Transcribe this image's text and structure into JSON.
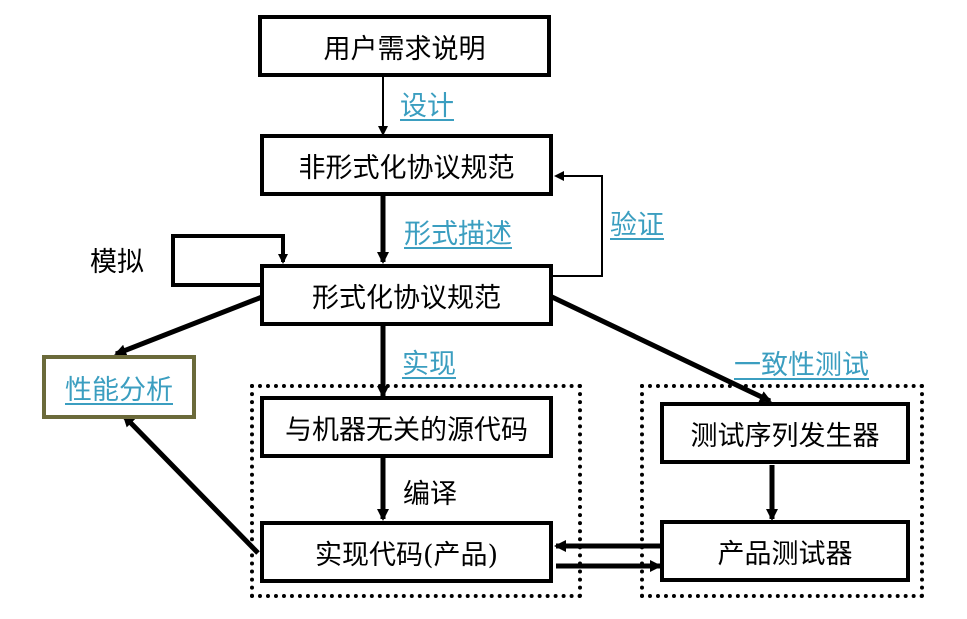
{
  "diagram": {
    "nodes": {
      "user_requirements": "用户需求说明",
      "informal_spec": "非形式化协议规范",
      "formal_spec": "形式化协议规范",
      "performance_analysis": "性能分析",
      "machine_independent_source": "与机器无关的源代码",
      "implementation_code": "实现代码(产品)",
      "test_sequence_generator": "测试序列发生器",
      "product_tester": "产品测试器"
    },
    "edge_labels": {
      "design": "设计",
      "formal_description": "形式描述",
      "verification": "验证",
      "simulation": "模拟",
      "implementation": "实现",
      "compile": "编译",
      "conformance_testing": "一致性测试"
    },
    "colors": {
      "link_text": "#3b9ec0",
      "performance_border": "#6b6a3a",
      "lines": "#000000"
    }
  }
}
